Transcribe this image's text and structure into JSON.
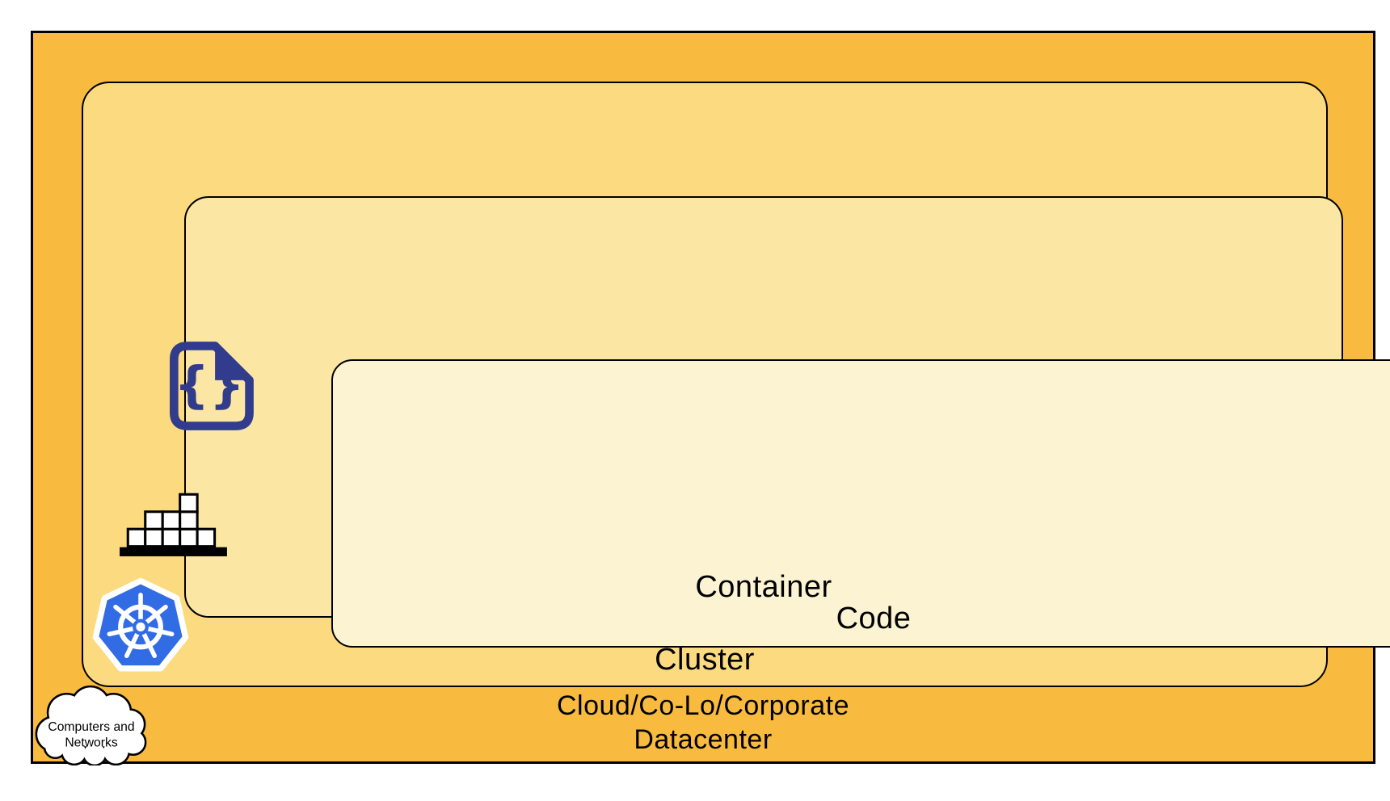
{
  "colors": {
    "datacenter_bg": "#F8BB40",
    "cluster_bg": "#FCDA7F",
    "container_bg": "#FBE7A3",
    "code_bg": "#FCF3D2",
    "border": "#000000",
    "code_icon": "#323C8D",
    "kubernetes_blue": "#326CE5"
  },
  "layers": {
    "code": {
      "label": "Code"
    },
    "container": {
      "label": "Container"
    },
    "cluster": {
      "label": "Cluster"
    },
    "datacenter": {
      "label_line1": "Cloud/Co-Lo/Corporate",
      "label_line2": "Datacenter"
    }
  },
  "cloud_callout": {
    "line1": "Computers and",
    "line2": "Networks"
  },
  "icons": {
    "code_glyph": "{}",
    "code": "code-file-icon",
    "container": "container-stack-icon",
    "cluster": "kubernetes-helm-icon",
    "datacenter": "cloud-network-icon"
  }
}
